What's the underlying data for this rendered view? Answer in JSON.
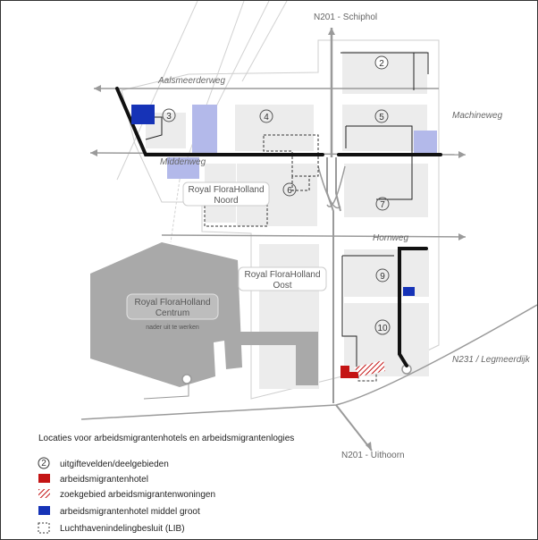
{
  "roads": {
    "n201_north": "N201 - Schiphol",
    "n201_south": "N201 - Uithoorn",
    "n231": "N231 / Legmeerdijk",
    "aalsmeerderweg": "Aalsmeerderweg",
    "middenweg": "Middenweg",
    "machineweg": "Machineweg",
    "hornweg": "Hornweg"
  },
  "areas": {
    "rfh_noord": [
      "Royal FloraHolland",
      "Noord"
    ],
    "rfh_oost": [
      "Royal FloraHolland",
      "Oost"
    ],
    "rfh_centrum": [
      "Royal FloraHolland",
      "Centrum"
    ],
    "rfh_centrum_note": "nader uit te werken"
  },
  "subareas": [
    "2",
    "3",
    "4",
    "5",
    "6",
    "7",
    "9",
    "10"
  ],
  "legend": {
    "title": "Locaties voor arbeidsmigrantenhotels en arbeidsmigrantenlogies",
    "items": [
      {
        "symbol": "number",
        "sample": "2",
        "label": "uitgiftevelden/deelgebieden"
      },
      {
        "symbol": "red",
        "label": "arbeidsmigrantenhotel"
      },
      {
        "symbol": "hatch",
        "label": "zoekgebied arbeidsmigrantenwoningen"
      },
      {
        "symbol": "blue",
        "label": "arbeidsmigrantenhotel middel groot"
      },
      {
        "symbol": "dashed",
        "label": "Luchthavenindelingbesluit (LIB)"
      }
    ]
  },
  "colors": {
    "field": "#ececec",
    "centrum": "#a9a9a9",
    "lavender": "#b3b9ea",
    "blue": "#1633b7",
    "red": "#c41414",
    "road": "#9a9a9a",
    "boundary": "#d0d0d0"
  }
}
